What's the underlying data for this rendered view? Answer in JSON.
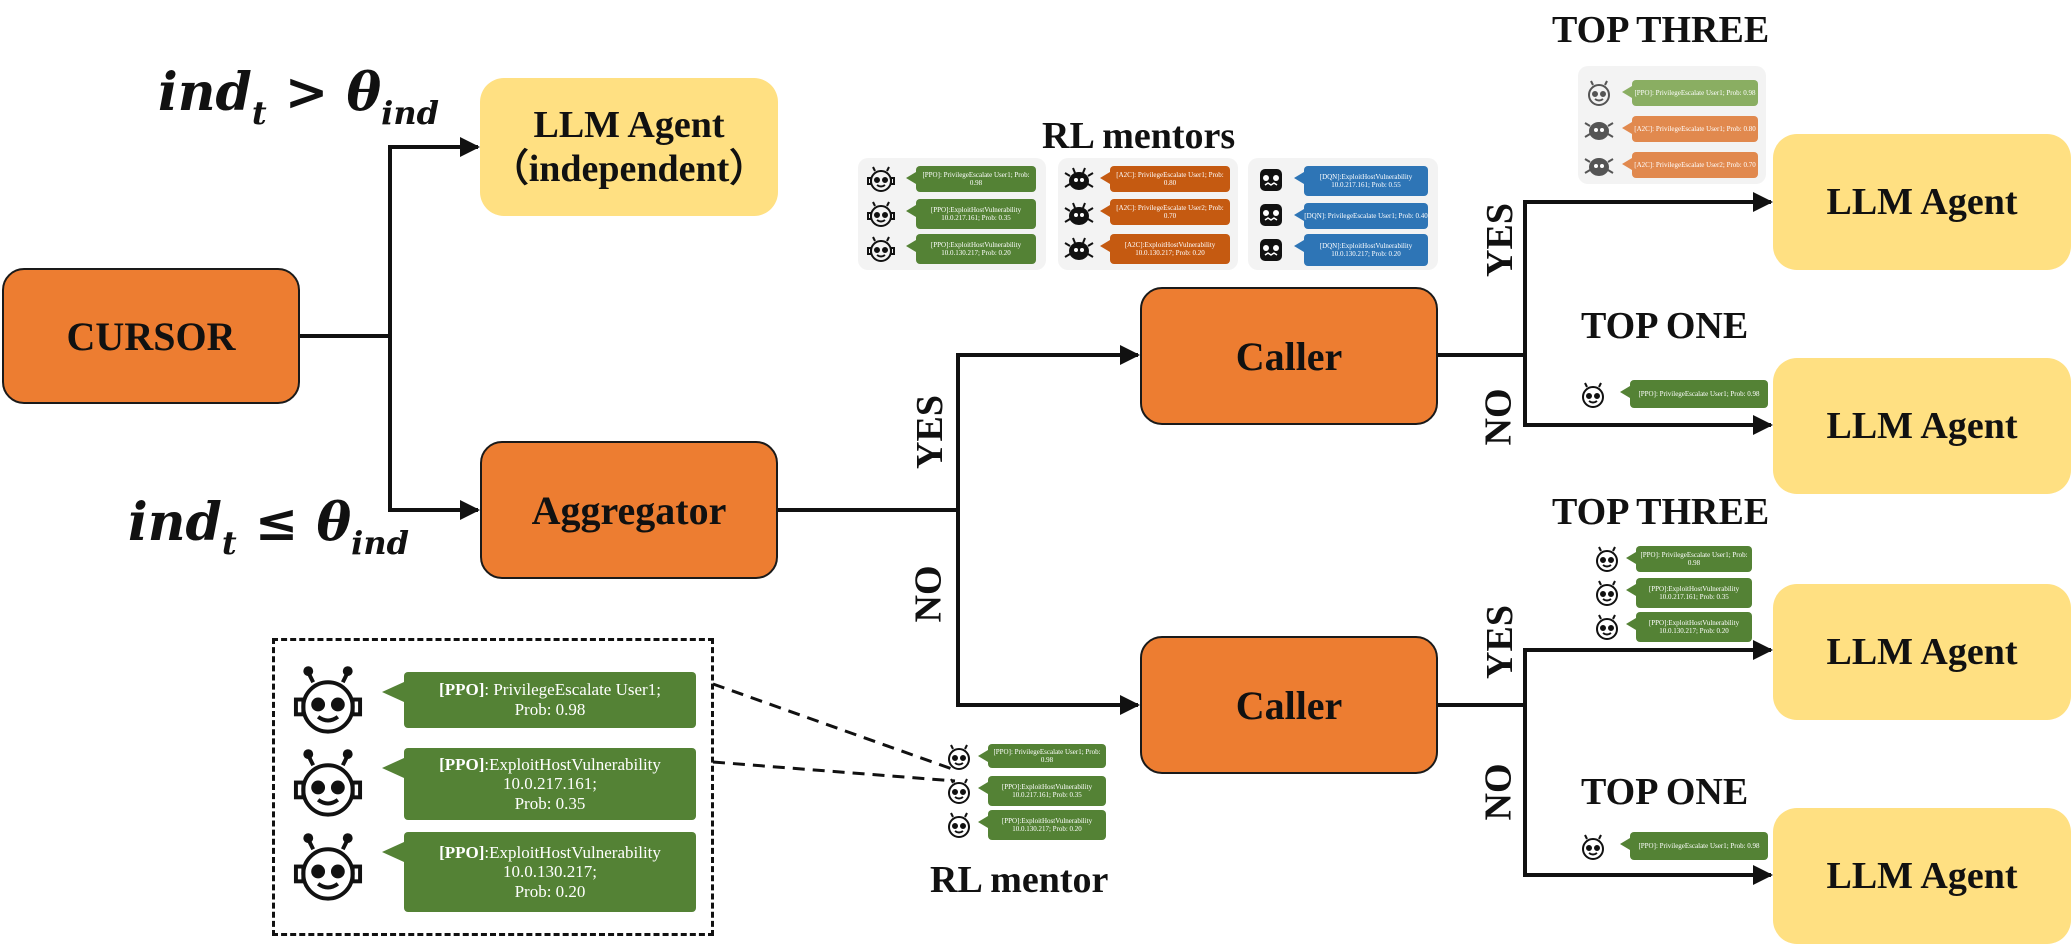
{
  "colors": {
    "orange": "#ED7D31",
    "yellow": "#FFE082",
    "ppo_green": "#548235",
    "a2c_orange": "#C55A11",
    "dqn_blue": "#2E75B6",
    "light_green": "#8AAE62",
    "light_orange": "#E1894E"
  },
  "nodes": {
    "cursor": "CURSOR",
    "aggregator": "Aggregator",
    "caller_top": "Caller",
    "caller_bottom": "Caller",
    "llm_independent_line1": "LLM Agent",
    "llm_independent_line2": "（independent）",
    "llm_agent": "LLM Agent"
  },
  "conditions": {
    "upper": {
      "base": "ind",
      "sub_t": "t",
      "op": " > θ",
      "sub_ind": "ind"
    },
    "lower": {
      "base": "ind",
      "sub_t": "t",
      "op": " ≤ θ",
      "sub_ind": "ind"
    }
  },
  "edge_labels": {
    "yes": "YES",
    "no": "NO"
  },
  "titles": {
    "rl_mentors": "RL mentors",
    "rl_mentor": "RL mentor",
    "top_three": "TOP THREE",
    "top_one": "TOP ONE"
  },
  "suggestions": {
    "ppo": [
      "[PPO]: PrivilegeEscalate User1; Prob: 0.98",
      "[PPO]:ExploitHostVulnerability 10.0.217.161; Prob: 0.35",
      "[PPO]:ExploitHostVulnerability 10.0.130.217; Prob: 0.20"
    ],
    "a2c": [
      "[A2C]: PrivilegeEscalate User1; Prob: 0.80",
      "[A2C]: PrivilegeEscalate User2; Prob: 0.70",
      "[A2C]:ExploitHostVulnerability 10.0.130.217; Prob: 0.20"
    ],
    "dqn": [
      "[DQN]:ExploitHostVulnerability 10.0.217.161; Prob: 0.55",
      "[DQN]: PrivilegeEscalate User1; Prob: 0.40",
      "[DQN]:ExploitHostVulnerability 10.0.130.217; Prob: 0.20"
    ],
    "top_three_mixed": [
      "[PPO]: PrivilegeEscalate User1; Prob: 0.98",
      "[A2C]: PrivilegeEscalate User1; Prob: 0.80",
      "[A2C]: PrivilegeEscalate User2; Prob: 0.70"
    ],
    "top_one": "[PPO]: PrivilegeEscalate User1; Prob: 0.98"
  },
  "legend": [
    {
      "tag": "[PPO]",
      "l1": ": PrivilegeEscalate User1;",
      "l2": "Prob: 0.98",
      "l3": ""
    },
    {
      "tag": "[PPO]",
      "l1": ":ExploitHostVulnerability",
      "l2": "10.0.217.161;",
      "l3": "Prob: 0.35"
    },
    {
      "tag": "[PPO]",
      "l1": ":ExploitHostVulnerability",
      "l2": "10.0.130.217;",
      "l3": "Prob: 0.20"
    }
  ]
}
